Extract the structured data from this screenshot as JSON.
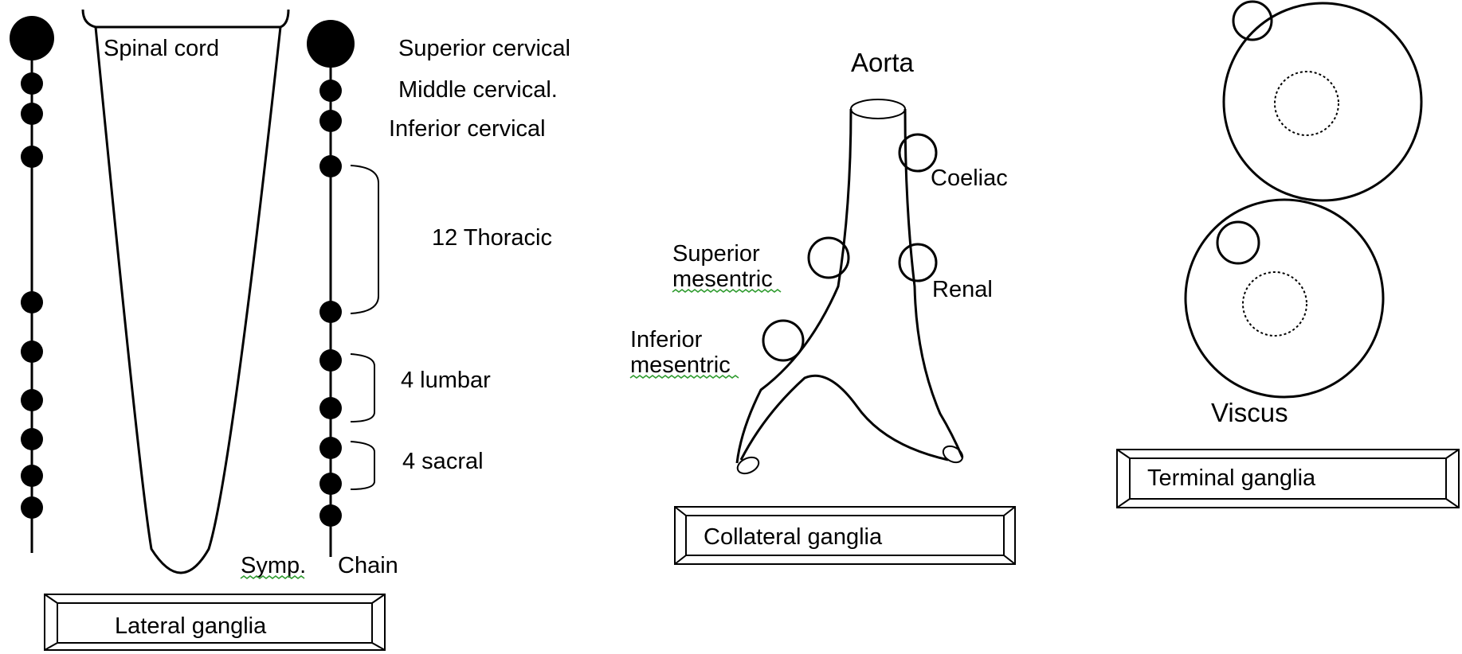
{
  "lateral": {
    "spinal_cord": "Spinal cord",
    "superior_cervical": "Superior cervical",
    "middle_cervical": "Middle cervical.",
    "inferior_cervical": "Inferior cervical",
    "thoracic": "12 Thoracic",
    "lumbar": "4 lumbar",
    "sacral": "4 sacral",
    "symp_chain_word1": "Symp.",
    "symp_chain_word2": "Chain",
    "title": "Lateral ganglia"
  },
  "collateral": {
    "aorta": "Aorta",
    "coeliac": "Coeliac",
    "superior_line1": "Superior",
    "superior_line2": "mesentric",
    "renal": "Renal",
    "inferior_line1": "Inferior",
    "inferior_line2": "mesentric",
    "title": "Collateral ganglia"
  },
  "terminal": {
    "viscus": "Viscus",
    "title": "Terminal ganglia"
  }
}
